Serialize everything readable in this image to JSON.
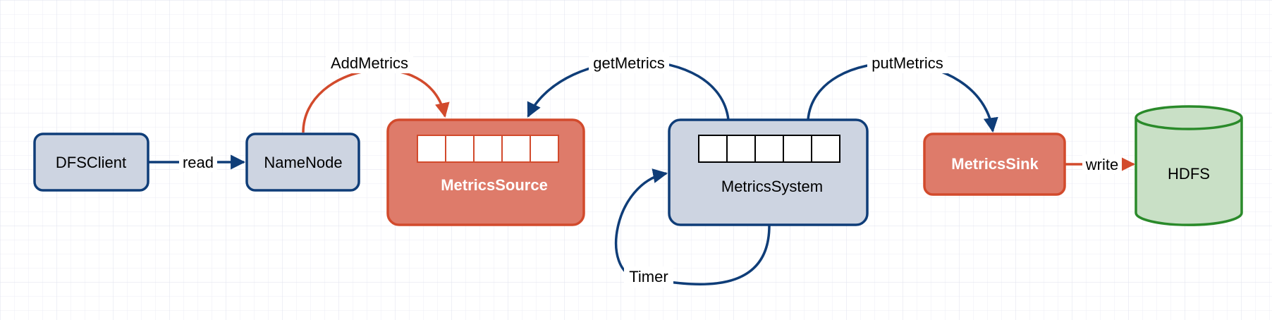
{
  "colors": {
    "blue_stroke": "#0f3d78",
    "blue_fill": "#cdd4e1",
    "red_stroke": "#d24a2c",
    "red_fill": "#de7b6a",
    "green_stroke": "#2a8a2a",
    "green_fill": "#c9e0c6",
    "grid": "#e3e6f2"
  },
  "nodes": {
    "dfsclient": {
      "label": "DFSClient"
    },
    "namenode": {
      "label": "NameNode"
    },
    "metrics_source": {
      "label": "MetricsSource"
    },
    "metrics_system": {
      "label": "MetricsSystem"
    },
    "metrics_sink": {
      "label": "MetricsSink"
    },
    "hdfs": {
      "label": "HDFS"
    }
  },
  "edges": {
    "read": {
      "label": "read"
    },
    "add_metrics": {
      "label": "AddMetrics"
    },
    "get_metrics": {
      "label": "getMetrics"
    },
    "put_metrics": {
      "label": "putMetrics"
    },
    "timer": {
      "label": "Timer"
    },
    "write": {
      "label": "write"
    }
  }
}
